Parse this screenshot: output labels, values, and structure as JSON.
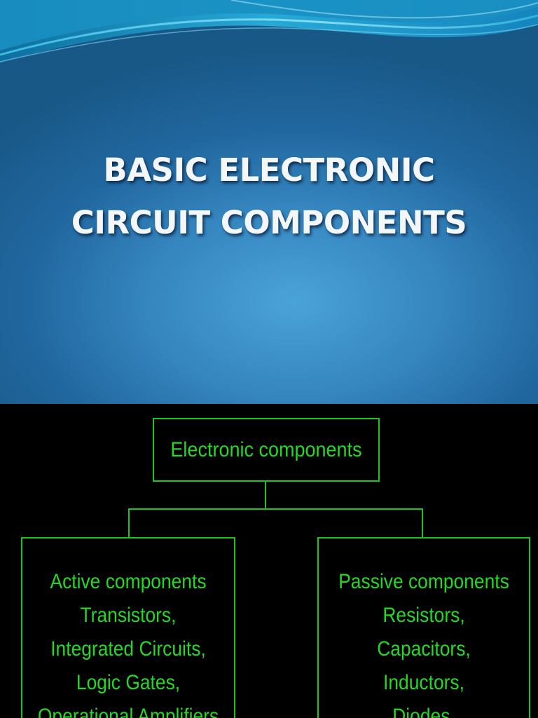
{
  "title_slide": {
    "title_line_1": "BASIC ELECTRONIC",
    "title_line_2": "CIRCUIT COMPONENTS"
  },
  "diagram_slide": {
    "root": "Electronic components",
    "active": {
      "heading": "Active components",
      "items": [
        "Transistors,",
        "Integrated Circuits,",
        "Logic Gates,",
        "Operational Amplifiers"
      ]
    },
    "passive": {
      "heading": "Passive components",
      "items": [
        "Resistors,",
        "Capacitors,",
        "Inductors,",
        "Diodes,"
      ]
    }
  },
  "colors": {
    "title_background": "#2a78b3",
    "diagram_background": "#000000",
    "diagram_line": "#19c619",
    "diagram_text": "#24d824"
  }
}
